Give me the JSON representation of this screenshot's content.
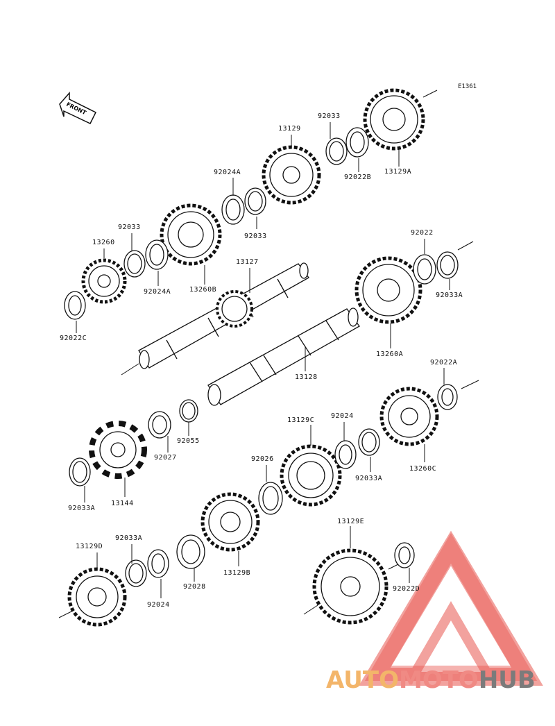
{
  "diagram": {
    "code": "E1361",
    "front": "FRONT",
    "colors": {
      "ink": "#111111",
      "watermark_red": "#e8574f",
      "watermark_orange": "#f3b56a",
      "watermark_grey": "#7b7b7b"
    }
  },
  "labels": {
    "p13129": "13129",
    "p92033_top": "92033",
    "p92022B": "92022B",
    "p13129A": "13129A",
    "p92024A_top": "92024A",
    "p92033_mid": "92033",
    "p92033_left": "92033",
    "p13260": "13260",
    "p92024A": "92024A",
    "p13260B": "13260B",
    "p13127": "13127",
    "p92022C": "92022C",
    "p92022": "92022",
    "p92033A_right": "92033A",
    "p13260A": "13260A",
    "p13128": "13128",
    "p92022A": "92022A",
    "p92024_mid": "92024",
    "p13129C": "13129C",
    "p92055": "92055",
    "p92027": "92027",
    "p92026": "92026",
    "p92033A_mid": "92033A",
    "p13260C": "13260C",
    "p92033A_left": "92033A",
    "p13144": "13144",
    "p13129D": "13129D",
    "p92033A_low": "92033A",
    "p92024_low": "92024",
    "p92028": "92028",
    "p13129B": "13129B",
    "p13129E": "13129E",
    "p92022D": "92022D"
  },
  "watermark": {
    "part1": "AUTO",
    "part2": "MOTO",
    "part3": "HUB"
  }
}
